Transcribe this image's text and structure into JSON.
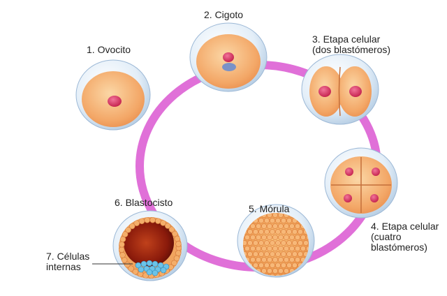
{
  "diagram": {
    "colors": {
      "ring": "#e070d8",
      "cell_outer": "#c7dcef",
      "cell_body": "#f0a768",
      "nucleus": "#d8345e",
      "inner_cells": "#5ab8e0"
    },
    "stages": [
      {
        "label": "1. Ovocito"
      },
      {
        "label": "2. Cigoto"
      },
      {
        "label": "3. Etapa celular\n(dos blastómeros)"
      },
      {
        "label": "4. Etapa celular\n(cuatro\nblastómeros)"
      },
      {
        "label": "5. Mórula"
      },
      {
        "label": "6. Blastocisto"
      }
    ],
    "callout": {
      "label": "7. Células\ninternas"
    }
  }
}
